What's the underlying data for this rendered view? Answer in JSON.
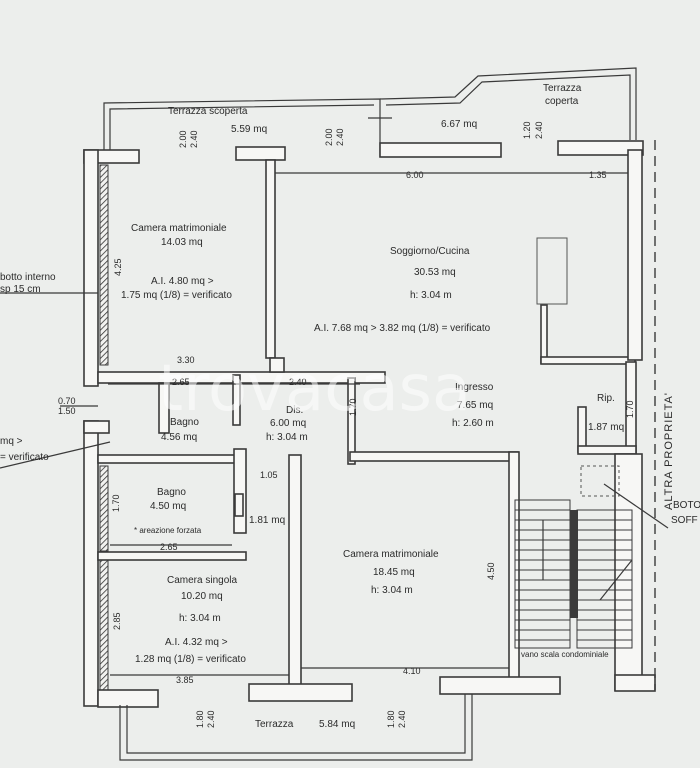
{
  "rooms": {
    "terrazza_scoperta": {
      "name": "Terrazza scoperta",
      "area": "5.59 mq",
      "dim_a": "2.00",
      "dim_b": "2.40",
      "dim_c": "2.00",
      "dim_d": "2.40"
    },
    "terrazza_coperta": {
      "name_1": "Terrazza",
      "name_2": "coperta",
      "area": "6.67 mq",
      "dim_a": "1.20",
      "dim_b": "2.40"
    },
    "camera_matrimoniale_1": {
      "name": "Camera matrimoniale",
      "area": "14.03 mq",
      "ai": "A.I. 4.80 mq >",
      "ai_check": "1.75 mq (1/8) = verificato",
      "dim_side": "4.25"
    },
    "soggiorno": {
      "name": "Soggiorno/Cucina",
      "area": "30.53 mq",
      "height": "h: 3.04 m",
      "ai": "A.I. 7.68 mq > 3.82 mq (1/8) = verificato",
      "dim_top": "6.00",
      "dim_top2": "1.35"
    },
    "ingresso": {
      "name": "Ingresso",
      "area": "7.65 mq",
      "height": "h: 2.60 m"
    },
    "ripostiglio": {
      "name": "Rip.",
      "area": "1.87 mq",
      "dim": "1.70"
    },
    "disimpegno": {
      "name": "Dis.",
      "area": "6.00 mq",
      "height": "h: 3.04 m",
      "dim": "1.70"
    },
    "bagno_1": {
      "name": "Bagno",
      "area": "4.56 mq"
    },
    "bagno_2": {
      "name": "Bagno",
      "area": "4.50 mq",
      "note": "* areazione forzata",
      "dim_side": "1.70",
      "dim_bottom": "2.65"
    },
    "closet": {
      "area": "1.81 mq",
      "dim": "1.05"
    },
    "camera_singola": {
      "name": "Camera singola",
      "area": "10.20 mq",
      "height": "h: 3.04 m",
      "ai": "A.I. 4.32 mq >",
      "ai_check": "1.28 mq (1/8) = verificato",
      "dim_side": "2.85",
      "dim_bottom": "3.85"
    },
    "camera_matrimoniale_2": {
      "name": "Camera matrimoniale",
      "area": "18.45 mq",
      "height": "h: 3.04 m",
      "dim_side": "4.50",
      "dim_bottom": "4.10"
    },
    "terrazza_bottom": {
      "name": "Terrazza",
      "area": "5.84 mq",
      "dim_a": "1.80",
      "dim_b": "2.40",
      "dim_c": "1.80",
      "dim_d": "2.40"
    }
  },
  "dimensions": {
    "d330": "3.30",
    "d265": "2.65",
    "d240": "2.40",
    "d070": "0.70",
    "d150": "1.50"
  },
  "left_notes": {
    "line1": "botto interno",
    "line2": "sp 15 cm",
    "line3": "mq >",
    "line4": "= verificato"
  },
  "right_notes": {
    "altra": "ALTRA PROPRIETA'",
    "boto": "BOTO",
    "soff": "SOFF",
    "vano": "vano scala condominiale"
  },
  "watermark": "trovacasa"
}
